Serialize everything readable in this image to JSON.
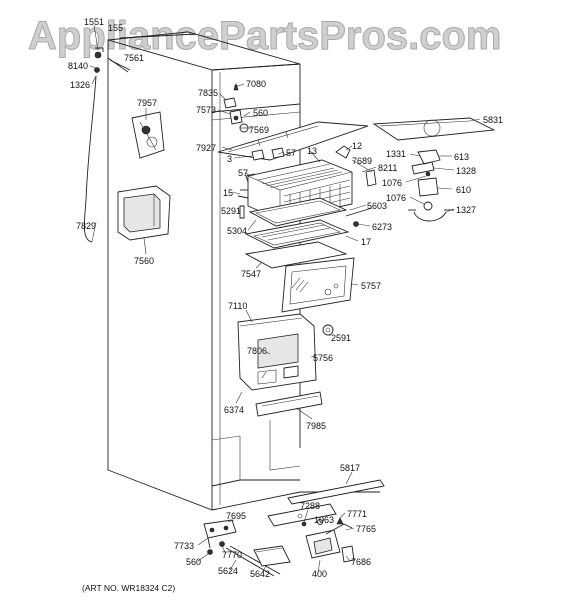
{
  "watermark": "AppliancePartsPros.com",
  "art_number": "(ART NO. WR18324 C2)",
  "part_labels": {
    "p1551": "1551",
    "p155": "155",
    "p7561": "7561",
    "p8140": "8140",
    "p1326": "1326",
    "p7957": "7957",
    "p7829": "7829",
    "p7560": "7560",
    "p7080": "7080",
    "p7835": "7835",
    "p7573": "7573",
    "p560a": "560",
    "p7569": "7569",
    "p7927": "7927",
    "p3": "3",
    "p57a": "57",
    "p13": "13",
    "p12": "12",
    "p7689": "7689",
    "p8211": "8211",
    "p57b": "57",
    "p15": "15",
    "p5291": "5291",
    "p5603": "5603",
    "p6273": "6273",
    "p5304": "5304",
    "p17": "17",
    "p7547": "7547",
    "p5757": "5757",
    "p5831": "5831",
    "p1331": "1331",
    "p613": "613",
    "p1328": "1328",
    "p1076a": "1076",
    "p610": "610",
    "p1076b": "1076",
    "p1327": "1327",
    "p7110": "7110",
    "p2591": "2591",
    "p7806": "7806",
    "p5756": "5756",
    "p6374": "6374",
    "p7985": "7985",
    "p5817": "5817",
    "p7288": "7288",
    "p7771": "7771",
    "p1063": "1063",
    "p7765": "7765",
    "p7695": "7695",
    "p7733": "7733",
    "p7770": "7770",
    "p560b": "560",
    "p5624": "5624",
    "p5642": "5642",
    "p400": "400",
    "p7686": "7686"
  }
}
